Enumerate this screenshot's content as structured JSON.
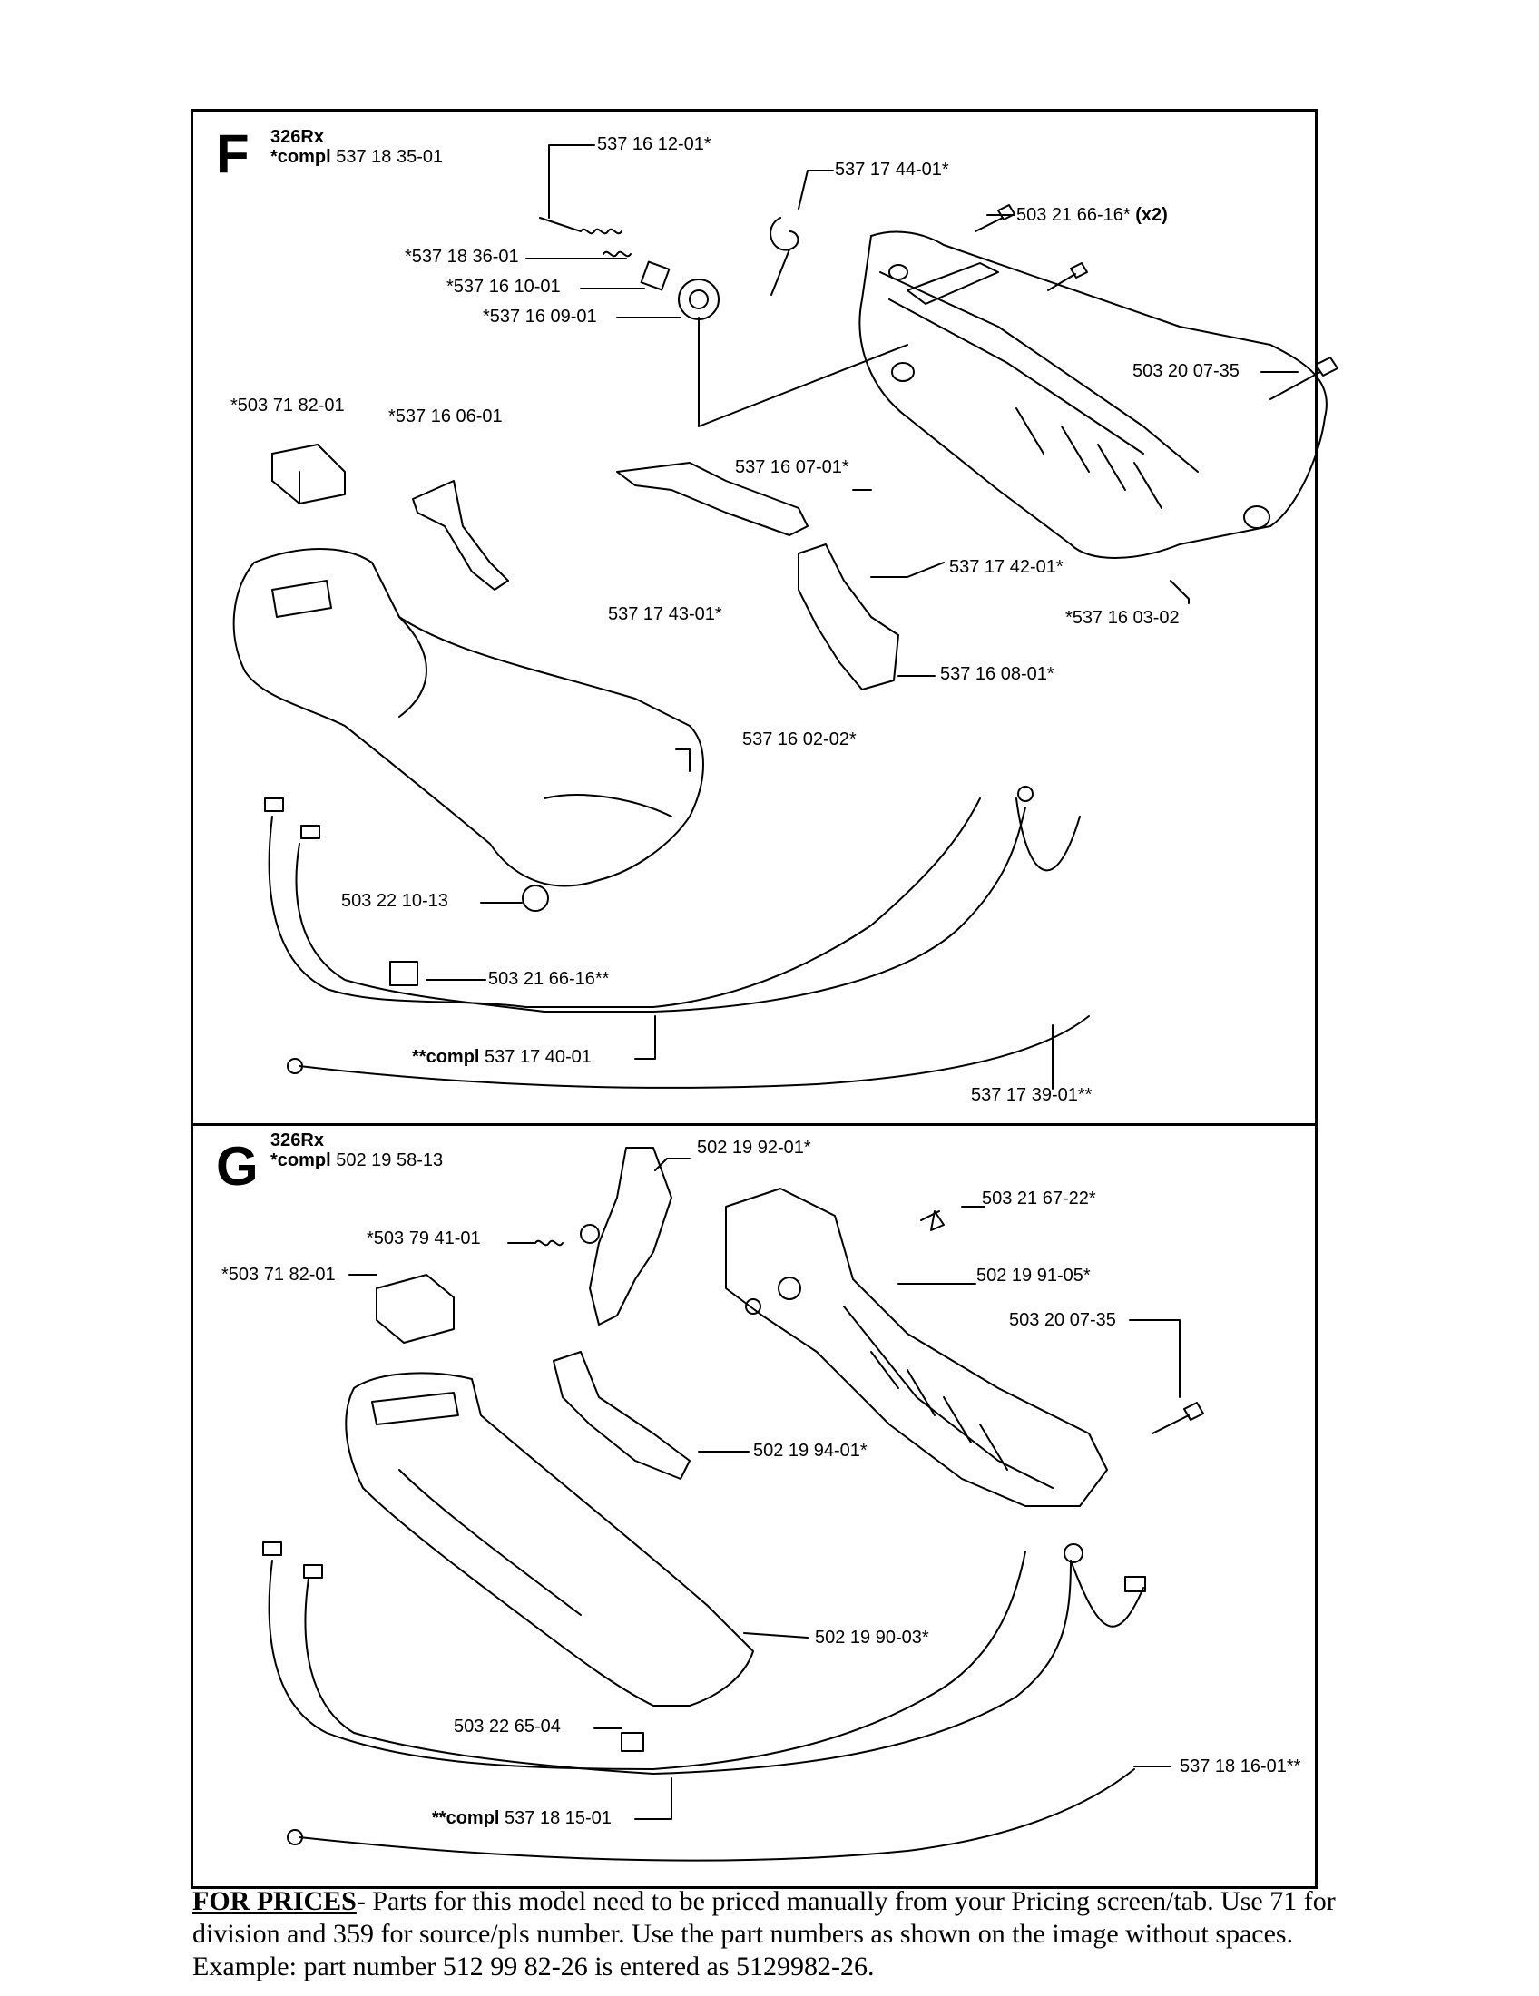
{
  "sections": [
    {
      "letter": "F",
      "model": "326Rx",
      "compl_prefix": "*compl",
      "compl_number": "537 18 35-01"
    },
    {
      "letter": "G",
      "model": "326Rx",
      "compl_prefix": "*compl",
      "compl_number": "502 19 58-13"
    }
  ],
  "labels_f": {
    "l1": "537 16 12-01*",
    "l2": "537 17 44-01*",
    "l3": "503 21 66-16*",
    "l3_suffix": "(x2)",
    "l4": "*537 18 36-01",
    "l5": "*537 16 10-01",
    "l6": "*537 16 09-01",
    "l7": "503 20 07-35",
    "l8": "*503 71 82-01",
    "l9": "*537 16 06-01",
    "l10": "537 16 07-01*",
    "l11": "537 17 42-01*",
    "l12": "537 17 43-01*",
    "l13": "*537 16 03-02",
    "l14": "537 16 08-01*",
    "l15": "537 16 02-02*",
    "l16": "503 22 10-13",
    "l17": "503 21 66-16**",
    "l18_prefix": "**compl",
    "l18": "537 17 40-01",
    "l19": "537 17 39-01**"
  },
  "labels_g": {
    "l1": "502 19 92-01*",
    "l2": "503 21 67-22*",
    "l3": "*503 79 41-01",
    "l4": "*503 71 82-01",
    "l5": "502 19 91-05*",
    "l6": "503 20 07-35",
    "l7": "502 19 94-01*",
    "l8": "502 19 90-03*",
    "l9": "503 22 65-04",
    "l10": "537 18 16-01**",
    "l11_prefix": "**compl",
    "l11": "537 18 15-01"
  },
  "footer": {
    "heading": "FOR PRICES",
    "text": "- Parts for this model need to be priced manually from your Pricing screen/tab. Use 71 for division and 359 for source/pls number.  Use the part numbers as shown on the image without spaces.  Example: part number 512 99 82-26 is entered as 5129982-26."
  }
}
